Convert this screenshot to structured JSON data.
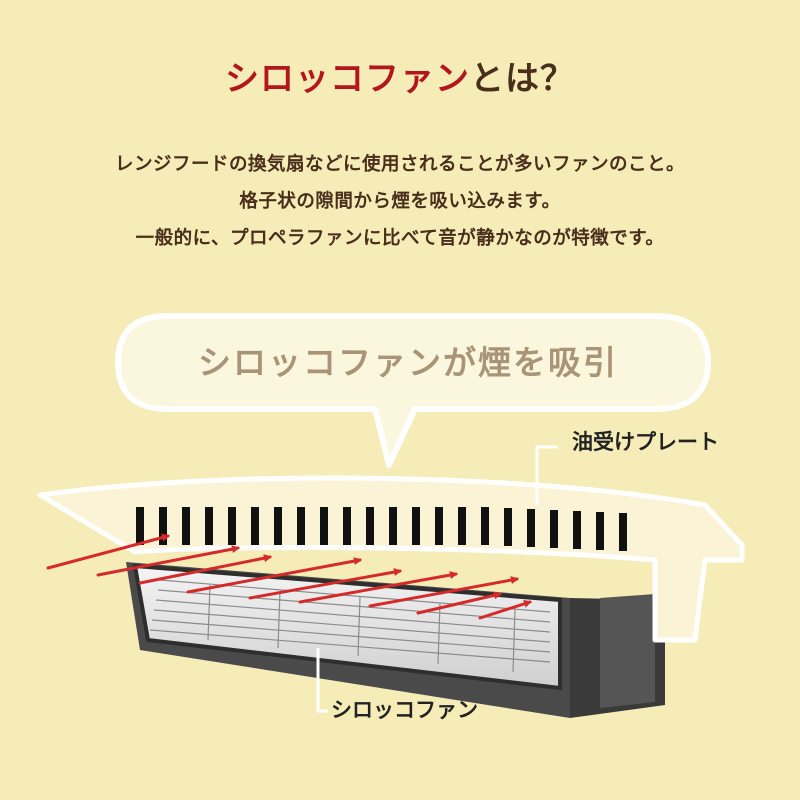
{
  "title": {
    "accent": "シロッコファン",
    "rest": "とは？"
  },
  "description": [
    "レンジフードの換気扇などに使用されることが多いファンのこと。",
    "格子状の隙間から煙を吸い込みます。",
    "一般的に、プロペラファンに比べて音が静かなのが特徴です。"
  ],
  "bubble": {
    "text": "シロッコファンが煙を吸引"
  },
  "labels": {
    "oil_plate": "油受けプレート",
    "sirocco_fan": "シロッコファン"
  },
  "colors": {
    "background": "#f5ecb7",
    "accent": "#b3161c",
    "text": "#4a2e1c",
    "arrow": "#d42a2a",
    "bubble_text": "#a99477"
  }
}
